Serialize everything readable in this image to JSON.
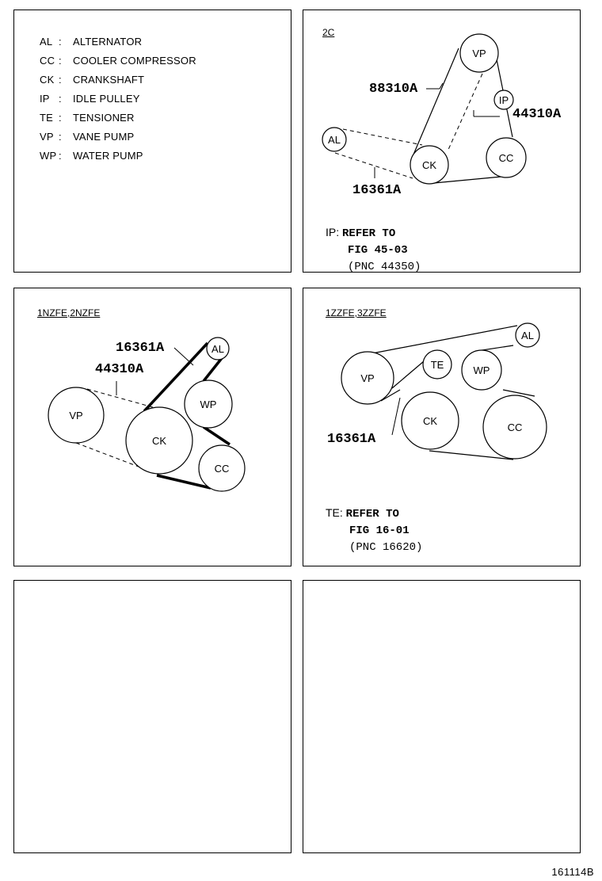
{
  "legend": [
    {
      "code": "AL",
      "desc": "ALTERNATOR"
    },
    {
      "code": "CC",
      "desc": "COOLER COMPRESSOR"
    },
    {
      "code": "CK",
      "desc": "CRANKSHAFT"
    },
    {
      "code": "IP",
      "desc": "IDLE PULLEY"
    },
    {
      "code": "TE",
      "desc": "TENSIONER"
    },
    {
      "code": "VP",
      "desc": "VANE PUMP"
    },
    {
      "code": "WP",
      "desc": "WATER PUMP"
    }
  ],
  "legend_sep": ":",
  "panel_2c": {
    "title": "2C",
    "pulleys": {
      "vp": "VP",
      "ip": "IP",
      "al": "AL",
      "ck": "CK",
      "cc": "CC"
    },
    "parts": {
      "p1": "88310A",
      "p2": "44310A",
      "p3": "16361A"
    },
    "note_prefix": "IP:",
    "note_line1": "REFER TO",
    "note_line2": "FIG 45-03",
    "note_line3": "(PNC 44350)"
  },
  "panel_nz": {
    "title": "1NZFE,2NZFE",
    "pulleys": {
      "vp": "VP",
      "ck": "CK",
      "al": "AL",
      "wp": "WP",
      "cc": "CC"
    },
    "parts": {
      "p1": "16361A",
      "p2": "44310A"
    }
  },
  "panel_zz": {
    "title": "1ZZFE,3ZZFE",
    "pulleys": {
      "vp": "VP",
      "te": "TE",
      "wp": "WP",
      "al": "AL",
      "ck": "CK",
      "cc": "CC"
    },
    "parts": {
      "p1": "16361A"
    },
    "note_prefix": "TE:",
    "note_line1": "REFER TO",
    "note_line2": "FIG 16-01",
    "note_line3": "(PNC 16620)"
  },
  "figure_id": "161114B"
}
